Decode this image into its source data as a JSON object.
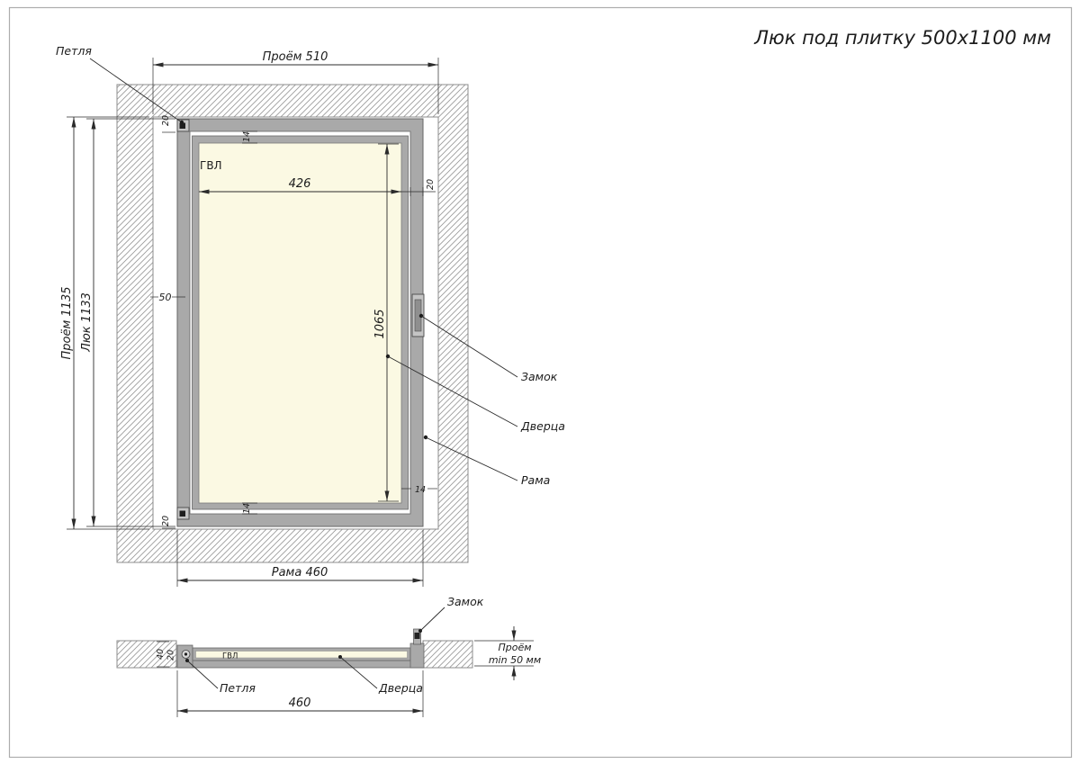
{
  "page": {
    "title": "Люк под плитку 500х1100 мм"
  },
  "front_view": {
    "dims": {
      "opening_width": "Проём 510",
      "opening_height": "Проём 1135",
      "hatch_height": "Люк 1133",
      "door_width": "426",
      "door_height": "1065",
      "frame_width": "Рама 460",
      "gap_50": "50",
      "gap_20_top": "20",
      "gap_20_right": "20",
      "gap_20_bottom": "20",
      "gap_14_top": "14",
      "gap_14_bottom": "14",
      "gap_14_right": "14"
    },
    "labels": {
      "hinge": "Петля",
      "panel_material": "ГВЛ",
      "lock": "Замок",
      "door": "Дверца",
      "frame": "Рама"
    }
  },
  "section_view": {
    "dims": {
      "frame_width": "460",
      "opening_depth_line1": "Проём",
      "opening_depth_line2": "min 50 мм",
      "thickness_40": "40",
      "offset_20": "20"
    },
    "labels": {
      "lock": "Замок",
      "hinge": "Петля",
      "door": "Дверца",
      "panel_material": "ГВЛ"
    }
  },
  "colors": {
    "metal_fill": "#a9a9a9",
    "panel_fill": "#fbf9e3",
    "hatch_line": "#989898",
    "line_color": "#2b2b2b"
  }
}
